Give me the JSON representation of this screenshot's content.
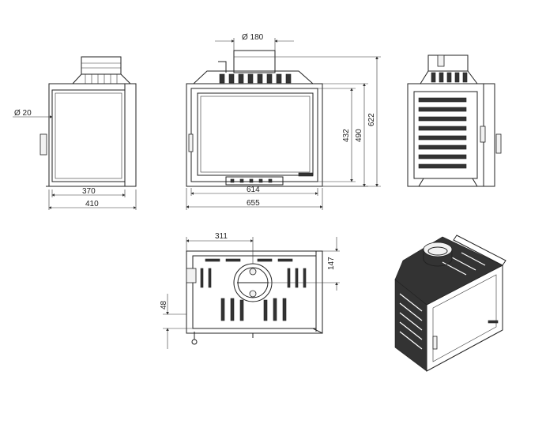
{
  "diagram": {
    "views": {
      "side_left": {
        "dims": {
          "d_small": "Ø 20",
          "w_inner": "370",
          "w_outer": "410"
        }
      },
      "front": {
        "dims": {
          "d_flue": "Ø 180",
          "w_glass": "614",
          "w_total": "655",
          "h_glass": "432",
          "h_mid": "490",
          "h_total": "622"
        }
      },
      "side_right": {},
      "top": {
        "dims": {
          "w_center": "311",
          "h_top": "147",
          "h_left": "48"
        }
      },
      "iso": {}
    }
  }
}
